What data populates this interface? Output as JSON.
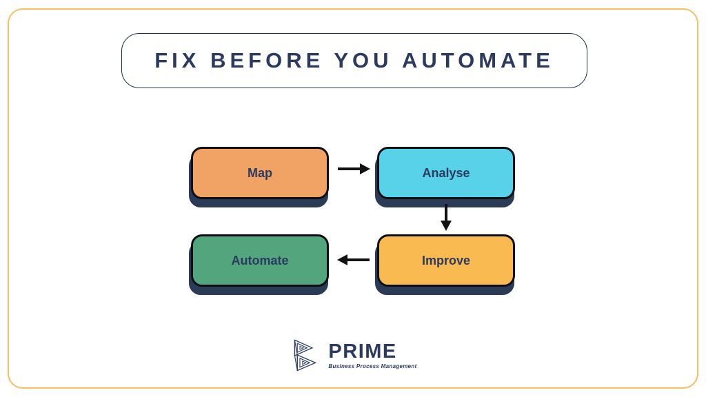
{
  "page": {
    "background": "#FFFFFF",
    "border_color": "#F8BE60"
  },
  "title": {
    "text": "FIX BEFORE YOU AUTOMATE",
    "color": "#2B3A5E"
  },
  "flow": {
    "text_color": "#2B3A5E",
    "shadow_color": "#2B3A55",
    "outline_color": "#0E0E14",
    "arrow_color": "#111111",
    "nodes": [
      {
        "id": "map",
        "label": "Map",
        "fill": "#F0A364"
      },
      {
        "id": "analyse",
        "label": "Analyse",
        "fill": "#57D2E9"
      },
      {
        "id": "improve",
        "label": "Improve",
        "fill": "#F9BA51"
      },
      {
        "id": "automate",
        "label": "Automate",
        "fill": "#53A57E"
      }
    ],
    "arrows": [
      {
        "from": "map",
        "to": "analyse",
        "direction": "right"
      },
      {
        "from": "analyse",
        "to": "improve",
        "direction": "down"
      },
      {
        "from": "improve",
        "to": "automate",
        "direction": "left"
      }
    ]
  },
  "logo": {
    "wordmark": "PRIME",
    "tagline": "Business Process Management",
    "color": "#2B3A5E",
    "mark": "interlocked-triangles-logo"
  }
}
